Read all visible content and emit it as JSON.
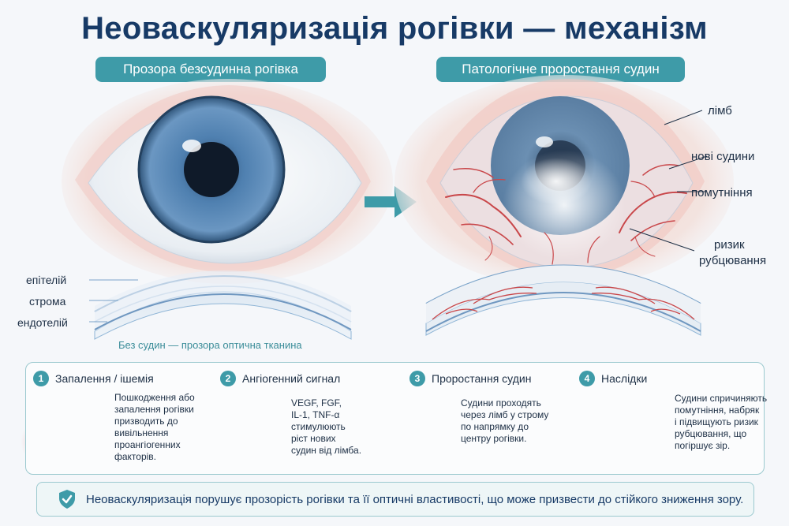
{
  "title": "Неоваскуляризація рогівки — механізм",
  "panels": {
    "left_title": "Прозора безсудинна рогівка",
    "right_title": "Патологічне проростання судин"
  },
  "left_labels": {
    "epithelium": "епітелій",
    "stroma": "строма",
    "endothelium": "ендотелій",
    "caption": "Без судин — прозора оптична тканина"
  },
  "right_labels": {
    "limbus": "лімб",
    "new_vessels": "нові судини",
    "opacity": "помутніння",
    "scarring_line1": "ризик",
    "scarring_line2": "рубцювання"
  },
  "steps": [
    {
      "num": "1",
      "title": "Запалення / ішемія",
      "lines": [
        "Пошкодження або",
        "запалення рогівки",
        "призводить до",
        "вивільнення",
        "проангіогенних",
        "факторів."
      ]
    },
    {
      "num": "2",
      "title": "Ангіогенний сигнал",
      "lines": [
        "VEGF, FGF,",
        "IL-1, TNF-α",
        "стимулюють",
        "ріст нових",
        "судин від лімба."
      ]
    },
    {
      "num": "3",
      "title": "Проростання судин",
      "lines": [
        "Судини проходять",
        "через лімб у строму",
        "по напрямку до",
        "центру рогівки."
      ]
    },
    {
      "num": "4",
      "title": "Наслідки",
      "lines": [
        "Судини спричиняють",
        "помутніння, набряк",
        "і підвищують ризик",
        "рубцювання, що",
        "погіршує зір."
      ]
    }
  ],
  "conclusion": "Неоваскуляризація порушує прозорість рогівки та її оптичні властивості, що може призвести до стійкого зниження зору.",
  "colors": {
    "accent": "#3e9ba8",
    "title": "#173a66",
    "vessel": "#c9474a",
    "iris": "#4d7fae"
  },
  "icons": [
    "arrow-right-icon",
    "shield-check-icon",
    "particles-icon",
    "vessel-icon"
  ]
}
